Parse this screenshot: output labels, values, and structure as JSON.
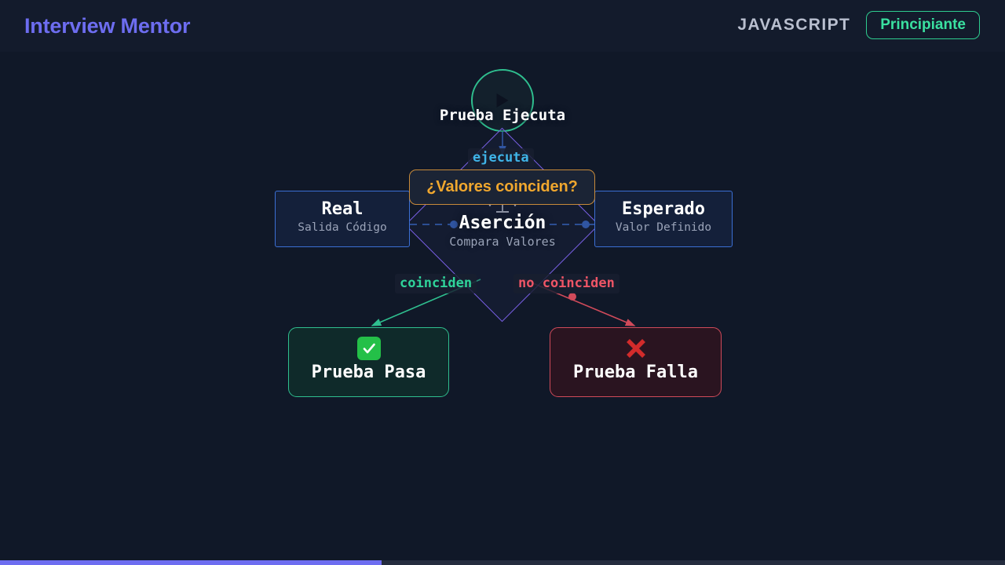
{
  "header": {
    "app_title": "Interview Mentor",
    "language": "JAVASCRIPT",
    "level_badge": "Principiante",
    "accent_color": "#6d6df0",
    "badge_color": "#3ae0a0"
  },
  "diagram": {
    "start_node": {
      "label": "Prueba Ejecuta",
      "icon": "play-icon",
      "color": "#2fbf8f"
    },
    "decision_node": {
      "title": "Aserción",
      "subtitle": "Compara Valores",
      "icon": "balance-scale-icon",
      "color": "#7b61e8"
    },
    "actual_node": {
      "title": "Real",
      "subtitle": "Salida Código",
      "color": "#3b6fd4"
    },
    "expected_node": {
      "title": "Esperado",
      "subtitle": "Valor Definido",
      "color": "#3b6fd4"
    },
    "pass_node": {
      "label": "Prueba Pasa",
      "icon": "check-mark-icon",
      "color": "#2fbf8f"
    },
    "fail_node": {
      "label": "Prueba Falla",
      "icon": "cross-mark-icon",
      "color": "#d04a5a"
    },
    "edge_labels": {
      "execute": "ejecuta",
      "match": "coinciden",
      "no_match": "no coinciden"
    }
  },
  "tooltip": {
    "text": "¿Valores coinciden?",
    "color": "#f0a72e"
  },
  "progress": {
    "percent": 38
  }
}
